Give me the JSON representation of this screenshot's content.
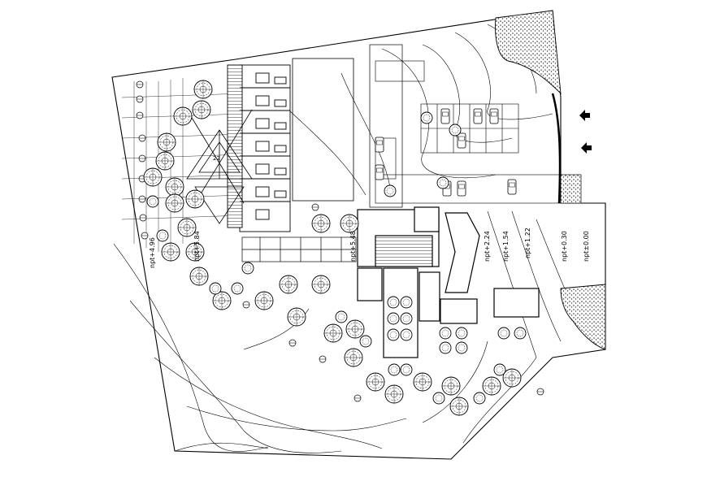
{
  "site_plan": {
    "levels": [
      {
        "id": "lvl-496",
        "text": "npt+4.96"
      },
      {
        "id": "lvl-584",
        "text": "npt+5.84"
      },
      {
        "id": "lvl-548",
        "text": "npt+5.48"
      },
      {
        "id": "lvl-224",
        "text": "npt+2.24"
      },
      {
        "id": "lvl-154",
        "text": "npt+1.54"
      },
      {
        "id": "lvl-122",
        "text": "npt+1.22"
      },
      {
        "id": "lvl-030",
        "text": "npt+0.30"
      },
      {
        "id": "lvl-000",
        "text": "npt±0.00"
      }
    ],
    "room_tag": "22",
    "line_color": "#000000",
    "hatch_color": "#555555",
    "background": "#ffffff"
  }
}
